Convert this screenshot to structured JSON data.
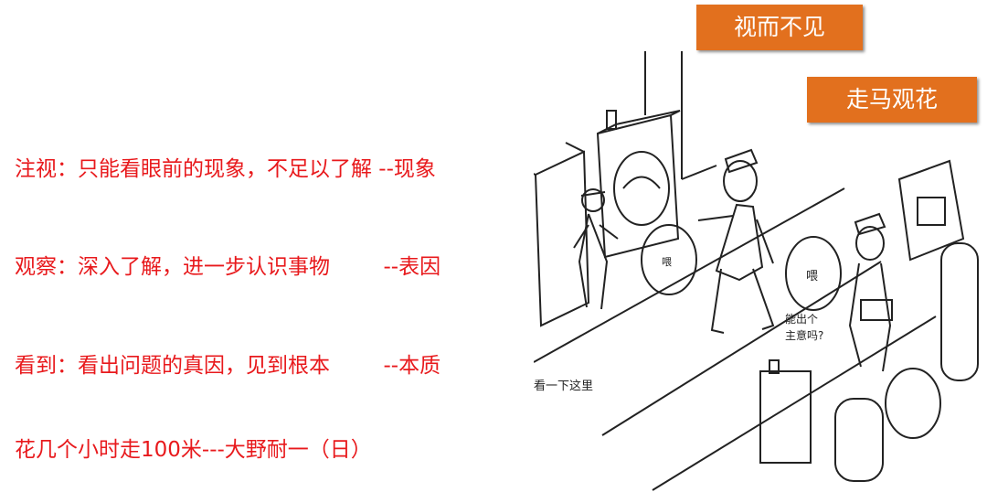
{
  "lines": [
    "注视：只能看眼前的现象，不足以了解 --现象",
    "观察：深入了解，进一步认识事物        --表因",
    "看到：看出问题的真因，见到根本        --本质",
    "花几个小时走100米---大野耐一（日）"
  ],
  "tags": [
    "视而不见",
    "走马观花"
  ],
  "cartoon": {
    "bubble_left": "喂",
    "bubble_right": "喂",
    "speech_line1": "能出个",
    "speech_line2": "主意吗?",
    "caption": "看一下这里"
  },
  "colors": {
    "text_red": "#e8191c",
    "tag_orange": "#e2701e"
  }
}
